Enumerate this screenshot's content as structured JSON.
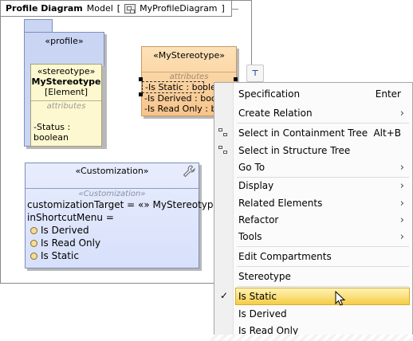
{
  "diagram": {
    "title": "Profile Diagram",
    "model_prefix": "Model",
    "bracket_open": "[",
    "model_name": "MyProfileDiagram",
    "bracket_close": "]"
  },
  "profile_pkg": {
    "label": "«profile»",
    "stereotype_class": {
      "keyword": "«stereotype»",
      "name": "MyStereotype",
      "meta": "[Element]",
      "compartment_title": "attributes",
      "attribute": "-Status : boolean"
    }
  },
  "my_stereotype": {
    "keyword": "«MyStereotype»",
    "compartment_title": "attributes",
    "attributes": [
      "-Is Static : boolean",
      "-Is Derived : boolean",
      "-Is Read Only : boolean"
    ],
    "toolbar_glyph": "⊤"
  },
  "customization": {
    "keyword": "«Customization»",
    "compartment_title": "«Customization»",
    "target_label": "customizationTarget = ",
    "target_value": "«» MyStereotype",
    "shortcut_label": "inShortcutMenu =",
    "options": [
      "Is Derived",
      "Is Read Only",
      "Is Static"
    ]
  },
  "menu": {
    "items": [
      {
        "label": "Specification",
        "shortcut": "Enter"
      },
      {
        "label": "Create Relation",
        "arrow": "›"
      },
      {
        "label": "Select in Containment Tree",
        "shortcut": "Alt+B"
      },
      {
        "label": "Select in Structure Tree"
      },
      {
        "label": "Go To",
        "arrow": "›"
      },
      {
        "label": "Display",
        "arrow": "›"
      },
      {
        "label": "Related Elements",
        "arrow": "›"
      },
      {
        "label": "Refactor",
        "arrow": "›"
      },
      {
        "label": "Tools",
        "arrow": "›"
      },
      {
        "label": "Edit Compartments"
      },
      {
        "label": "Stereotype"
      },
      {
        "label": "Is Static",
        "checked": true,
        "highlighted": true
      },
      {
        "label": "Is Derived"
      },
      {
        "label": "Is Read Only"
      }
    ],
    "check_glyph": "✓"
  }
}
